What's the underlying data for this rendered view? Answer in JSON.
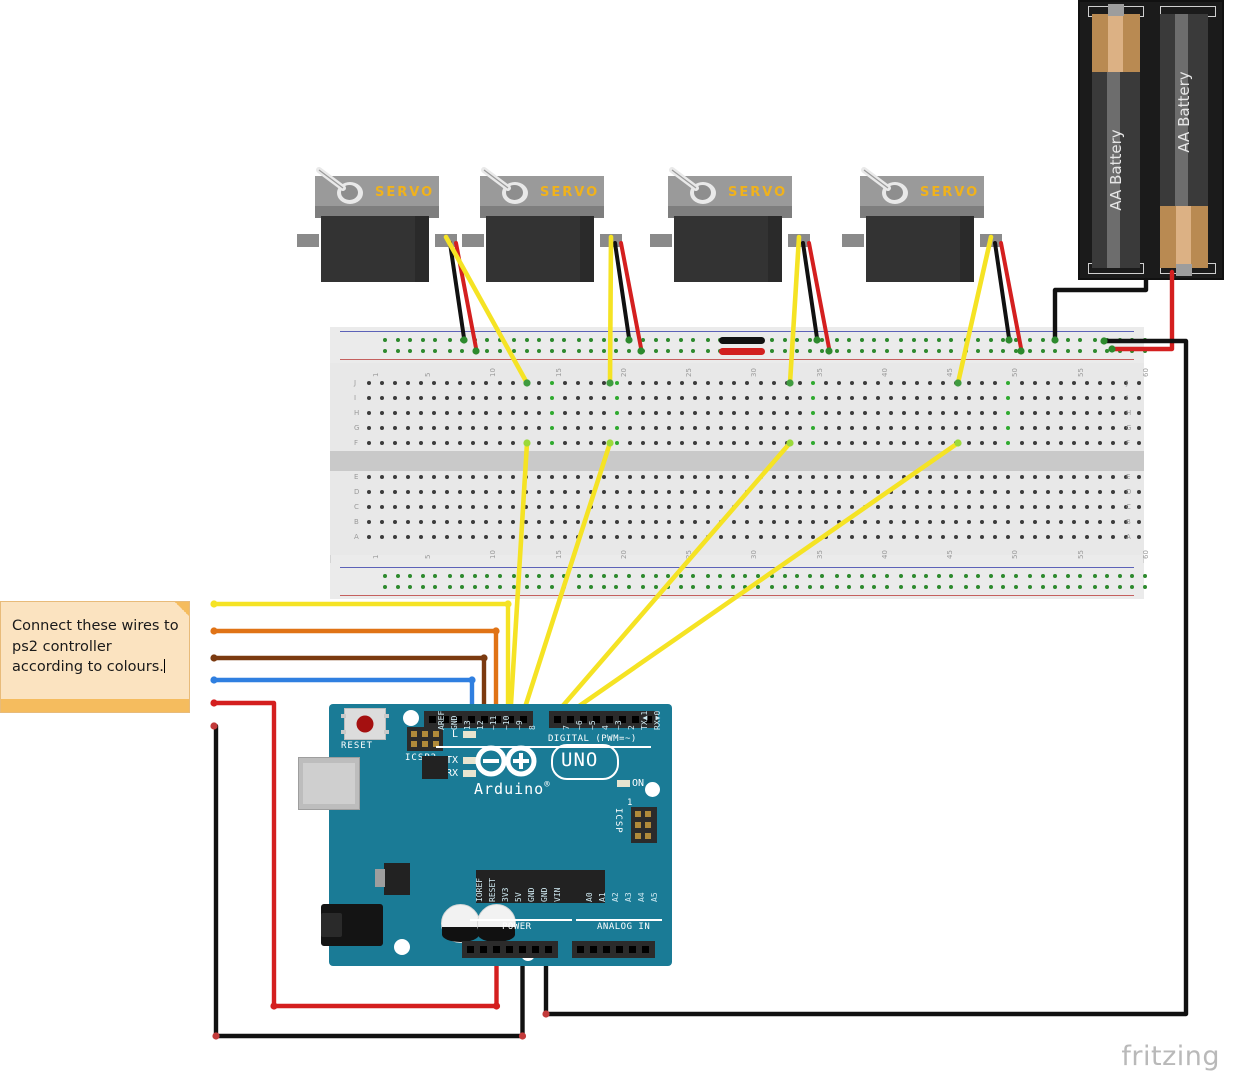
{
  "document": {
    "kind": "fritzing-breadboard-view",
    "watermark": "fritzing"
  },
  "note": {
    "name": "wiring-note",
    "lines": [
      "Connect these wires to",
      "ps2 controller",
      "according to colours."
    ],
    "text": "Connect these wires to ps2 controller according to colours.",
    "background_color": "#fbe3c0",
    "footer_color": "#f5bc5e",
    "border_color": "#e8bb7a"
  },
  "servos": [
    {
      "name": "servo-1",
      "label": "SERVO"
    },
    {
      "name": "servo-2",
      "label": "SERVO"
    },
    {
      "name": "servo-3",
      "label": "SERVO"
    },
    {
      "name": "servo-4",
      "label": "SERVO"
    }
  ],
  "battery_pack": {
    "name": "aa-battery-holder",
    "cells": [
      {
        "label": "AA Battery",
        "positive_terminal": "top"
      },
      {
        "label": "AA Battery",
        "positive_terminal": "bottom"
      }
    ],
    "body_color": "#1b1b1b",
    "cell_color": "#3a3a3a",
    "cap_color": "#b98a52"
  },
  "breadboard": {
    "name": "full-size-breadboard",
    "columns": 60,
    "column_tick_labels": [
      "1",
      "5",
      "10",
      "15",
      "20",
      "25",
      "30",
      "35",
      "40",
      "45",
      "50",
      "55",
      "60"
    ],
    "upper_row_labels": [
      "J",
      "I",
      "H",
      "G",
      "F"
    ],
    "lower_row_labels": [
      "E",
      "D",
      "C",
      "B",
      "A"
    ],
    "rail_top_positive_color": "#c4605e",
    "rail_top_negative_color": "#5c62b8",
    "jumpers": [
      {
        "name": "rail-jumper-black",
        "color": "#111111"
      },
      {
        "name": "rail-jumper-red",
        "color": "#d21f1f"
      }
    ]
  },
  "arduino": {
    "name": "arduino-uno-board",
    "brand": "Arduino",
    "brand_mark": "®",
    "model": "UNO",
    "board_color": "#1a7b96",
    "reset_label": "RESET",
    "icsp2_label": "ICSP2",
    "icsp_label": "ICSP",
    "icsp_pin1_label": "1",
    "led_labels": [
      "L",
      "TX",
      "RX",
      "ON"
    ],
    "digital_header_label": "DIGITAL (PWM=~)",
    "digital_pins": [
      "AREF",
      "GND",
      "13",
      "12",
      "~11",
      "~10",
      "~9",
      "8",
      "7",
      "~6",
      "~5",
      "4",
      "~3",
      "2",
      "TX▲1",
      "RX▼0"
    ],
    "power_header_label": "POWER",
    "power_pins": [
      "IOREF",
      "RESET",
      "3V3",
      "5V",
      "GND",
      "GND",
      "VIN"
    ],
    "analog_header_label": "ANALOG IN",
    "analog_pins": [
      "A0",
      "A1",
      "A2",
      "A3",
      "A4",
      "A5"
    ]
  },
  "wires": {
    "note_bundle": [
      {
        "name": "wire-yellow-to-pin13",
        "color": "#f5e324",
        "target_pin": "13"
      },
      {
        "name": "wire-orange-to-pin12",
        "color": "#e07316",
        "target_pin": "12"
      },
      {
        "name": "wire-brown-to-pin11",
        "color": "#7b3a10",
        "target_pin": "~11"
      },
      {
        "name": "wire-blue-to-pin10",
        "color": "#2f7fe0",
        "target_pin": "~10"
      },
      {
        "name": "wire-red-to-3v3",
        "color": "#d41f1f",
        "target_pin": "3V3"
      }
    ],
    "servo_signal_color": "#f5e324",
    "servo_power_color": "#d41f1f",
    "servo_ground_color": "#111111",
    "battery_positive_color": "#d41f1f",
    "battery_negative_color": "#111111",
    "ground_return_color": "#111111",
    "servo_signal_targets": [
      "~9",
      "8",
      "7",
      "~6"
    ]
  }
}
